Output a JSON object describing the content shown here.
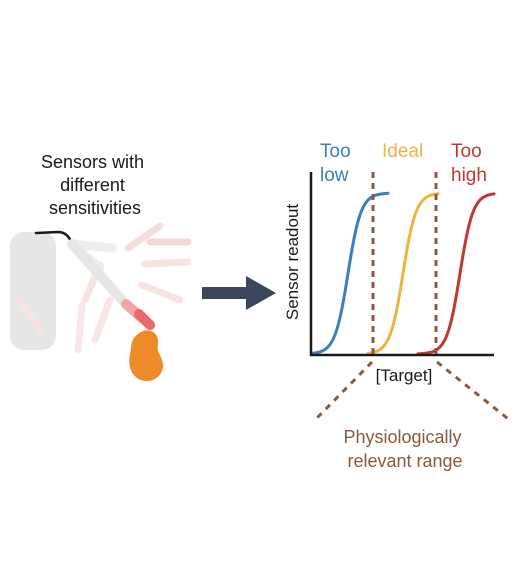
{
  "left_caption": [
    "Sensors with",
    "different",
    "sensitivities"
  ],
  "curve_labels": {
    "low": [
      "Too",
      "low"
    ],
    "ideal": [
      "Ideal"
    ],
    "high": [
      "Too",
      "high"
    ]
  },
  "axis": {
    "y_label": "Sensor readout",
    "x_label": "[Target]"
  },
  "range_label": [
    "Physiologically",
    "relevant range"
  ],
  "colors": {
    "low": "#3a7fbf",
    "ideal": "#eeb43f",
    "high": "#c0392f",
    "range": "#8b5a3c",
    "arrow": "#3a4659",
    "probe_body": "#e6e6e6",
    "probe_tip": "#e86a6a",
    "tissue": "#ef8a2a",
    "text": "#1a1a1a"
  },
  "icons": [
    "sensor-probe-icon",
    "tissue-blob-icon",
    "right-arrow-icon"
  ]
}
